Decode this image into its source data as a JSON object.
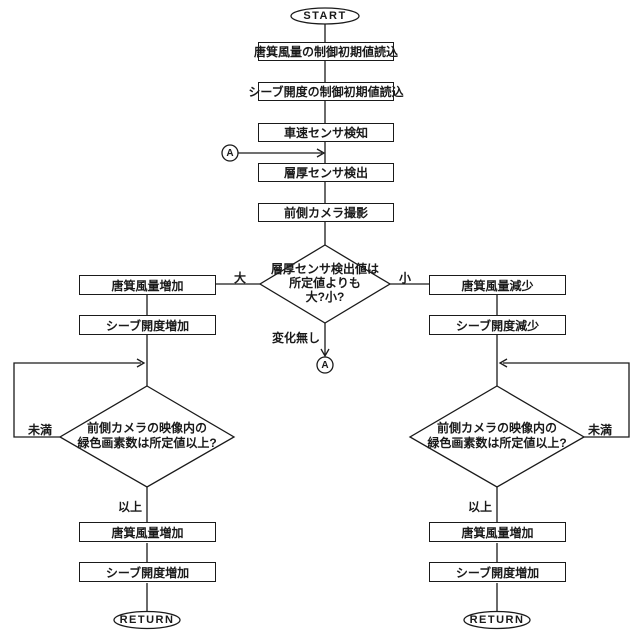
{
  "meta": {
    "ink_color": "#1a1a1a",
    "background_color": "#ffffff"
  },
  "flowchart": {
    "start_label": "START",
    "return_label": "RETURN",
    "connector_a": "A",
    "main": {
      "init_fan": "唐箕風量の制御初期値読込",
      "init_sieve": "シーブ開度の制御初期値読込",
      "speed_sensor": "車速センサ検知",
      "layer_sensor": "層厚センサ検出",
      "camera": "前側カメラ撮影",
      "decision": {
        "line1": "層厚センサ検出値は",
        "line2": "所定値よりも",
        "line3": "大?小?"
      },
      "branch_large": "大",
      "branch_small": "小",
      "branch_no_change": "変化無し"
    },
    "left": {
      "fan_increase": "唐箕風量増加",
      "sieve_increase": "シーブ開度増加",
      "decision": {
        "line1": "前側カメラの映像内の",
        "line2": "緑色画素数は所定値以上?"
      },
      "branch_less": "未満",
      "branch_more": "以上",
      "fan_increase2": "唐箕風量増加",
      "sieve_increase2": "シーブ開度増加"
    },
    "right": {
      "fan_decrease": "唐箕風量減少",
      "sieve_decrease": "シーブ開度減少",
      "decision": {
        "line1": "前側カメラの映像内の",
        "line2": "緑色画素数は所定値以上?"
      },
      "branch_less": "未満",
      "branch_more": "以上",
      "fan_increase": "唐箕風量増加",
      "sieve_increase": "シーブ開度増加"
    }
  }
}
